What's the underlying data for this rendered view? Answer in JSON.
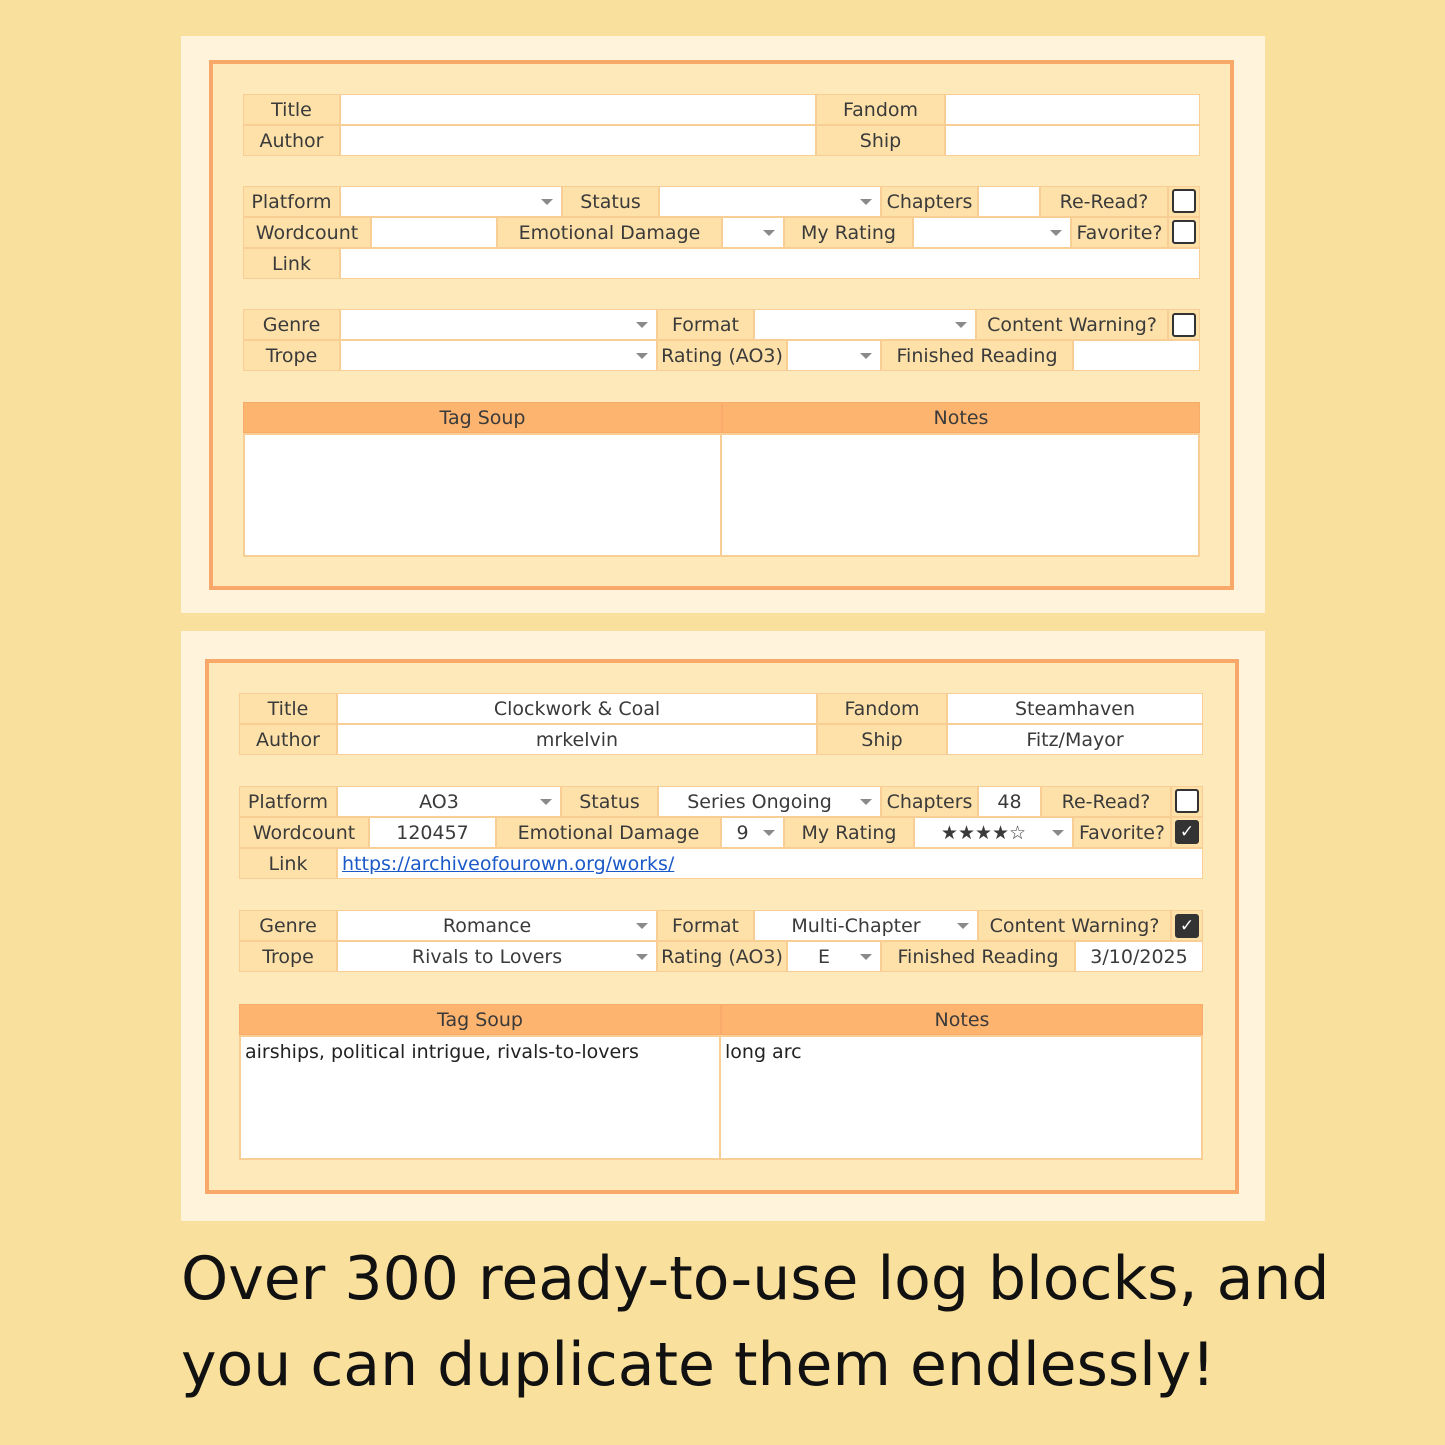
{
  "labels": {
    "title": "Title",
    "author": "Author",
    "fandom": "Fandom",
    "ship": "Ship",
    "platform": "Platform",
    "status": "Status",
    "chapters": "Chapters",
    "reread": "Re-Read?",
    "wordcount": "Wordcount",
    "emotional_damage": "Emotional Damage",
    "my_rating": "My Rating",
    "favorite": "Favorite?",
    "link": "Link",
    "genre": "Genre",
    "format": "Format",
    "content_warning": "Content Warning?",
    "trope": "Trope",
    "rating_ao3": "Rating (AO3)",
    "finished_reading": "Finished Reading",
    "tag_soup": "Tag Soup",
    "notes": "Notes"
  },
  "empty_block": {
    "title": "",
    "author": "",
    "fandom": "",
    "ship": "",
    "platform": "",
    "status": "",
    "chapters": "",
    "reread": false,
    "wordcount": "",
    "emotional_damage": "",
    "my_rating": "",
    "favorite": false,
    "link": "",
    "genre": "",
    "format": "",
    "content_warning": false,
    "trope": "",
    "rating_ao3": "",
    "finished_reading": "",
    "tag_soup": "",
    "notes": ""
  },
  "filled_block": {
    "title": "Clockwork & Coal",
    "author": "mrkelvin",
    "fandom": "Steamhaven",
    "ship": "Fitz/Mayor",
    "platform": "AO3",
    "status": "Series Ongoing",
    "chapters": "48",
    "reread": false,
    "wordcount": "120457",
    "emotional_damage": "9",
    "my_rating": "★★★★☆",
    "favorite": true,
    "link": "https://archiveofourown.org/works/",
    "genre": "Romance",
    "format": "Multi-Chapter",
    "content_warning": true,
    "trope": "Rivals to Lovers",
    "rating_ao3": "E",
    "finished_reading": "3/10/2025",
    "tag_soup": "airships, political intrigue, rivals-to-lovers",
    "notes": "long arc"
  },
  "caption": "Over 300 ready-to-use log blocks, and you can duplicate them endlessly!",
  "icons": {
    "checkbox_checked": "check-icon",
    "dropdown": "caret-down-icon"
  },
  "colors": {
    "background": "#f9e09c",
    "frame": "#f8a96a",
    "header": "#fdb46f",
    "link": "#1a59c7"
  }
}
